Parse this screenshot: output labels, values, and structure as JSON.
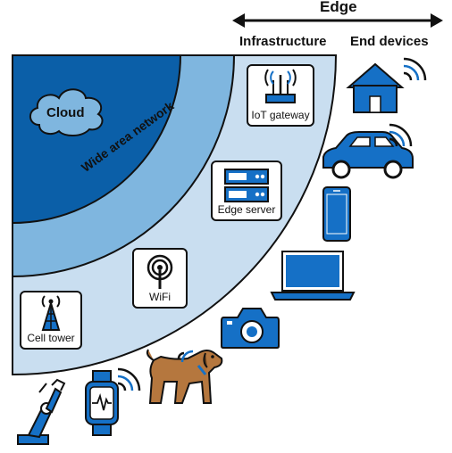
{
  "header": {
    "edge": "Edge",
    "infrastructure": "Infrastructure",
    "end_devices": "End devices"
  },
  "zones": {
    "cloud": "Cloud",
    "wide_area_network": "Wide area network"
  },
  "infrastructure_nodes": [
    {
      "label": "IoT gateway",
      "icon": "router-icon"
    },
    {
      "label": "Edge server",
      "icon": "server-icon"
    },
    {
      "label": "WiFi",
      "icon": "wifi-access-point-icon"
    },
    {
      "label": "Cell tower",
      "icon": "cell-tower-icon"
    }
  ],
  "end_devices": [
    {
      "icon": "house-icon"
    },
    {
      "icon": "car-icon"
    },
    {
      "icon": "smartphone-icon"
    },
    {
      "icon": "laptop-icon"
    },
    {
      "icon": "camera-icon"
    },
    {
      "icon": "dog-with-collar-icon"
    },
    {
      "icon": "smartwatch-icon"
    },
    {
      "icon": "robot-arm-icon"
    }
  ],
  "colors": {
    "cloud_zone": "#0b5fa8",
    "wan_zone": "#7fb6df",
    "infra_zone": "#c9def0",
    "outline": "#111111",
    "device_blue": "#1570c6",
    "dog_brown": "#b5773e"
  }
}
